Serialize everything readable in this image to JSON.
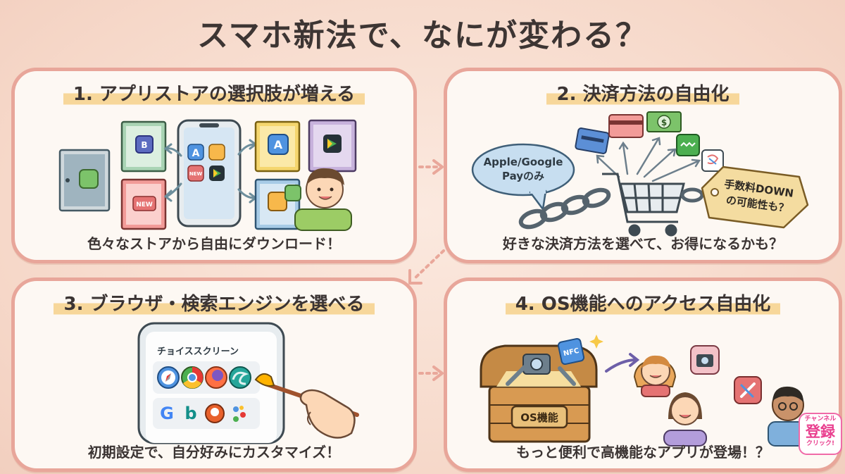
{
  "title": "スマホ新法で、なにが変わる？",
  "panels": [
    {
      "heading": "1. アプリストアの選択肢が増える",
      "caption": "色々なストアから自由にダウンロード！",
      "icons": {
        "store_badge": "NEW",
        "door_badge": "NEW"
      }
    },
    {
      "heading": "2. 決済方法の自由化",
      "caption": "好きな決済方法を選べて、お得になるかも？",
      "bubble_line1": "Apple/Google",
      "bubble_line2": "Payのみ",
      "tag_line1": "手数料DOWN",
      "tag_line2": "の可能性も？",
      "dollar": "$"
    },
    {
      "heading": "3. ブラウザ・検索エンジンを選べる",
      "caption": "初期設定で、自分好みにカスタマイズ！",
      "screen_title": "チョイススクリーン"
    },
    {
      "heading": "4. OS機能へのアクセス自由化",
      "caption": "もっと便利で高機能なアプリが登場！？",
      "chest_label": "OS機能",
      "nfc_label": "NFC"
    }
  ],
  "subscribe": {
    "small_top": "チャンネル",
    "big": "登録",
    "small_bottom": "クリック!"
  },
  "colors": {
    "panel_border": "#e8a69a",
    "highlight": "#f7d79a",
    "background": "#f7ddd0",
    "arrow": "#e9a79a"
  }
}
